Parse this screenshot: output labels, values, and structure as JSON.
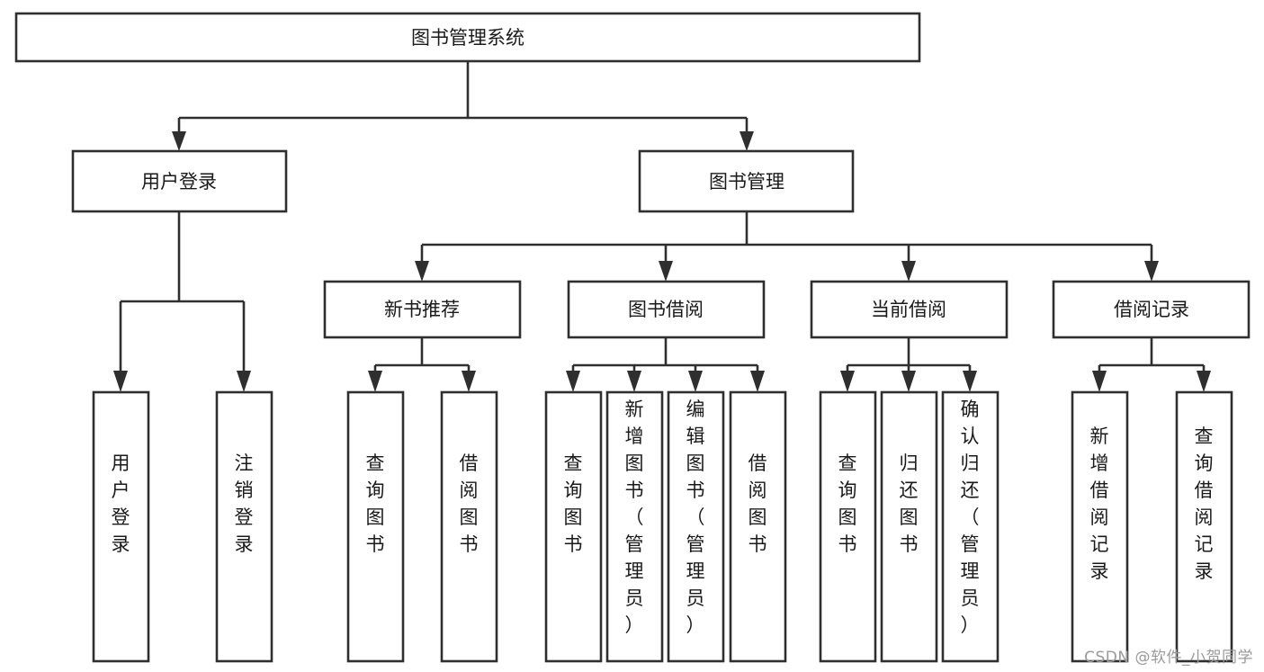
{
  "diagram": {
    "type": "tree-hierarchy",
    "title": "图书管理系统",
    "watermark": "CSDN @软件_小贺同学",
    "colors": {
      "stroke": "#2f2f2f",
      "fill": "#ffffff",
      "text": "#1a1a1a",
      "watermark": "#9a9a9a",
      "background": "#ffffff"
    },
    "levels": {
      "root": {
        "label": "图书管理系统"
      },
      "level2": [
        {
          "id": "user-login",
          "label": "用户登录"
        },
        {
          "id": "book-management",
          "label": "图书管理"
        }
      ],
      "level3": [
        {
          "id": "new-book-recommend",
          "label": "新书推荐",
          "parent": "book-management"
        },
        {
          "id": "book-borrow",
          "label": "图书借阅",
          "parent": "book-management"
        },
        {
          "id": "current-borrow",
          "label": "当前借阅",
          "parent": "book-management"
        },
        {
          "id": "borrow-record",
          "label": "借阅记录",
          "parent": "book-management"
        }
      ],
      "leaves": [
        {
          "id": "leaf-user-login",
          "label": "用户登录",
          "parent": "user-login"
        },
        {
          "id": "leaf-logout-login",
          "label": "注销登录",
          "parent": "user-login"
        },
        {
          "id": "leaf-query-book-1",
          "label": "查询图书",
          "parent": "new-book-recommend"
        },
        {
          "id": "leaf-borrow-book-1",
          "label": "借阅图书",
          "parent": "new-book-recommend"
        },
        {
          "id": "leaf-query-book-2",
          "label": "查询图书",
          "parent": "book-borrow"
        },
        {
          "id": "leaf-add-book",
          "label": "新增图书（管理员）",
          "parent": "book-borrow"
        },
        {
          "id": "leaf-edit-book",
          "label": "编辑图书（管理员）",
          "parent": "book-borrow"
        },
        {
          "id": "leaf-borrow-book-2",
          "label": "借阅图书",
          "parent": "book-borrow"
        },
        {
          "id": "leaf-query-book-3",
          "label": "查询图书",
          "parent": "current-borrow"
        },
        {
          "id": "leaf-return-book",
          "label": "归还图书",
          "parent": "current-borrow"
        },
        {
          "id": "leaf-confirm-return",
          "label": "确认归还（管理员）",
          "parent": "current-borrow"
        },
        {
          "id": "leaf-add-record",
          "label": "新增借阅记录",
          "parent": "borrow-record"
        },
        {
          "id": "leaf-query-record",
          "label": "查询借阅记录",
          "parent": "borrow-record"
        }
      ]
    }
  }
}
